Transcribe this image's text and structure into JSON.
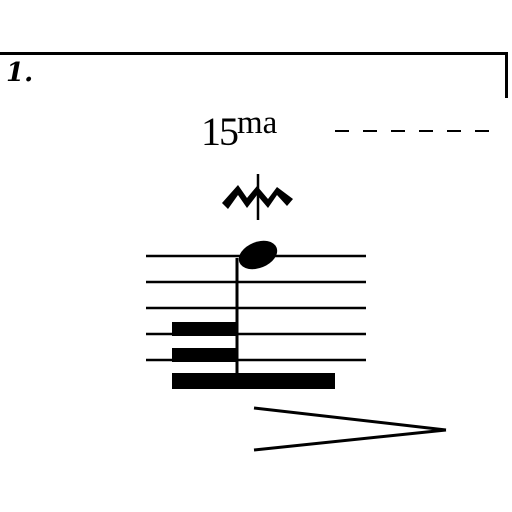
{
  "volta": {
    "label": "1."
  },
  "octave_marking": {
    "number": "15",
    "suffix": "ma"
  },
  "staff": {
    "line_count": 5
  },
  "colors": {
    "ink": "#000000",
    "paper": "#ffffff"
  },
  "icons": {
    "ornament": "mordent-icon",
    "dynamic": "decrescendo-hairpin"
  }
}
